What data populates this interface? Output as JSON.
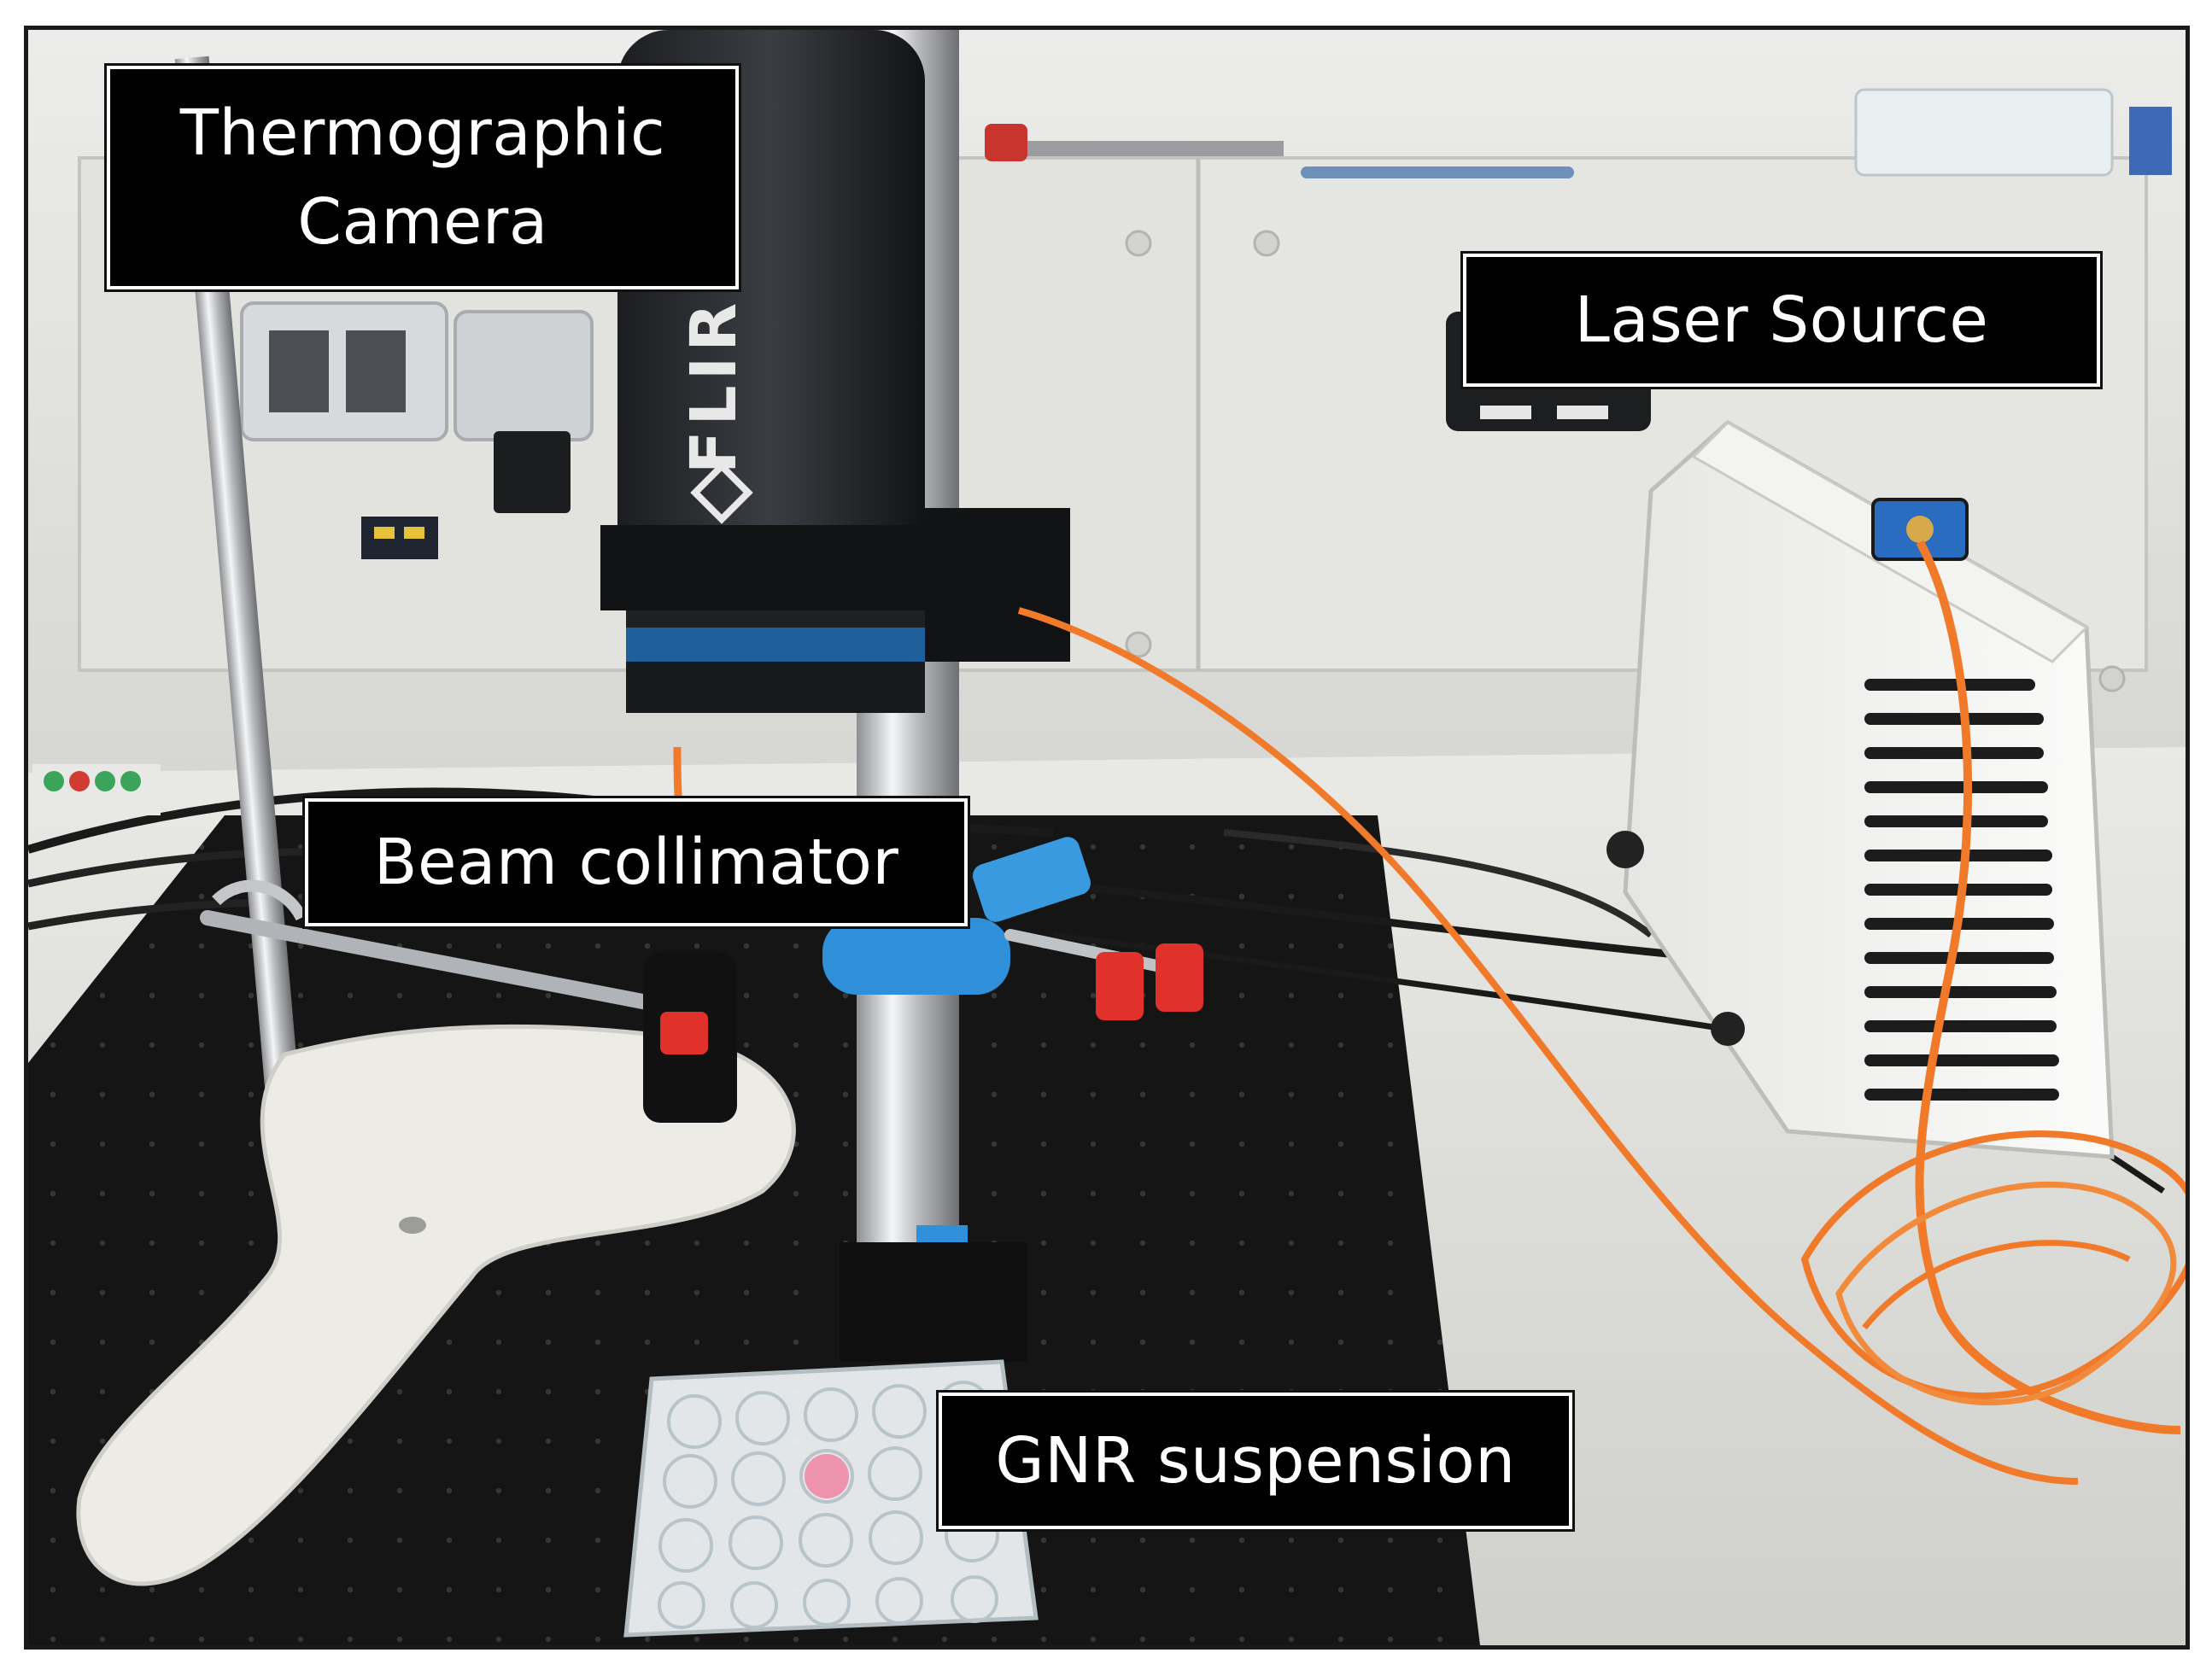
{
  "labels": {
    "camera_line1": "Thermographic",
    "camera_line2": "Camera",
    "laser": "Laser Source",
    "collimator": "Beam collimator",
    "gnr": "GNR suspension"
  },
  "equipment_text": {
    "camera_brand": "FLIR"
  },
  "colors": {
    "label_background": "#000000",
    "label_text": "#ffffff",
    "fiber_cable": "#f07a2a",
    "clamp_red": "#e0322b",
    "collimator_clamp_blue": "#2f8fd8"
  }
}
